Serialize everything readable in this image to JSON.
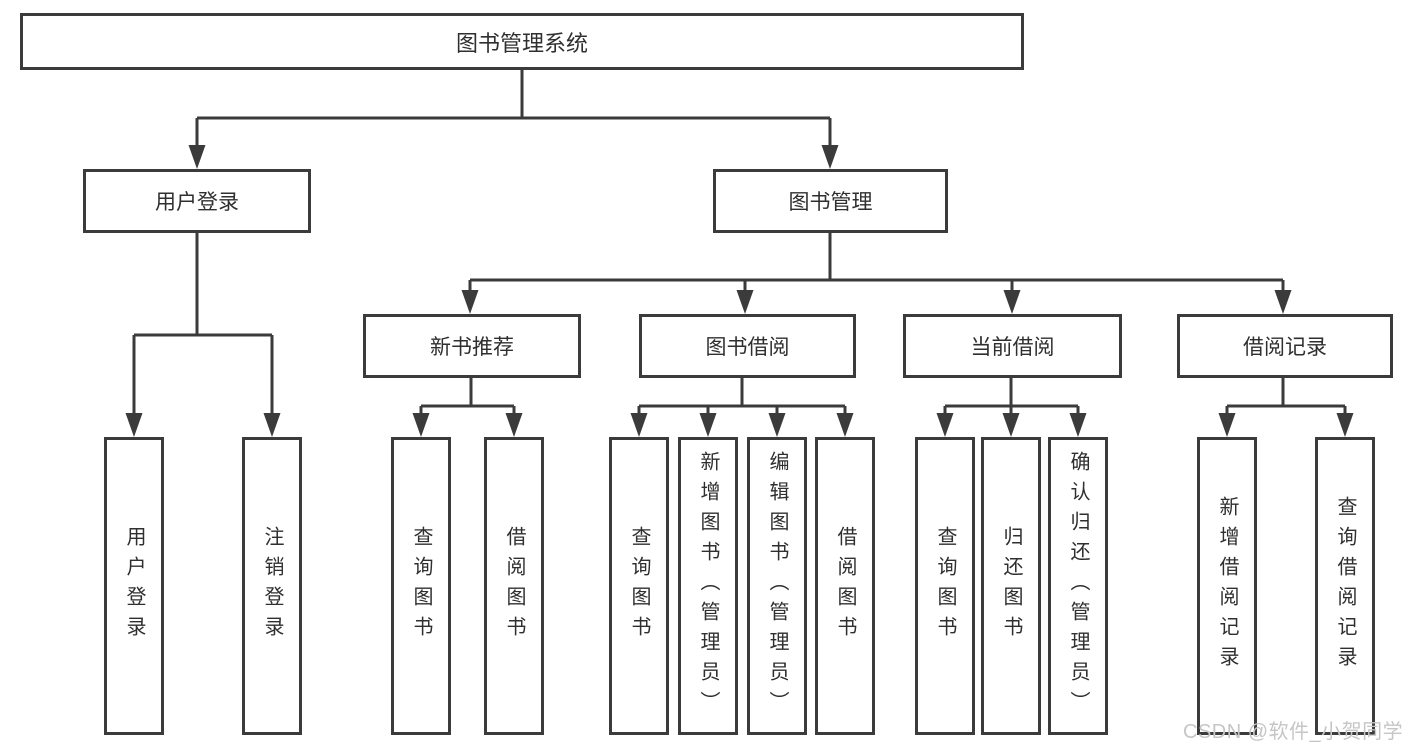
{
  "colors": {
    "line": "#3b3b3b",
    "box_border": "#3b3b3b",
    "box_background": "#ffffff",
    "text": "#2f2f2f",
    "watermark_text": "#c6c6c6"
  },
  "nodes": {
    "root": {
      "label": "图书管理系统"
    },
    "user_login": {
      "label": "用户登录"
    },
    "book_mgmt": {
      "label": "图书管理"
    },
    "new_book_rec": {
      "label": "新书推荐"
    },
    "book_borrow": {
      "label": "图书借阅"
    },
    "current_borrow": {
      "label": "当前借阅"
    },
    "borrow_records": {
      "label": "借阅记录"
    },
    "leaf_user_login": {
      "label": "用户登录"
    },
    "leaf_logout": {
      "label": "注销登录"
    },
    "leaf_rec_query_book": {
      "label": "查询图书"
    },
    "leaf_rec_borrow_book": {
      "label": "借阅图书"
    },
    "leaf_bb_query_book": {
      "label": "查询图书"
    },
    "leaf_bb_add_book": {
      "label": "新增图书（管理员）"
    },
    "leaf_bb_edit_book": {
      "label": "编辑图书（管理员）"
    },
    "leaf_bb_borrow_book": {
      "label": "借阅图书"
    },
    "leaf_cur_query_book": {
      "label": "查询图书"
    },
    "leaf_cur_return_book": {
      "label": "归还图书"
    },
    "leaf_cur_confirm_return": {
      "label": "确认归还（管理员）"
    },
    "leaf_rcd_add_record": {
      "label": "新增借阅记录"
    },
    "leaf_rcd_query_record": {
      "label": "查询借阅记录"
    }
  },
  "watermark": {
    "text": "CSDN @软件_小贺同学"
  }
}
